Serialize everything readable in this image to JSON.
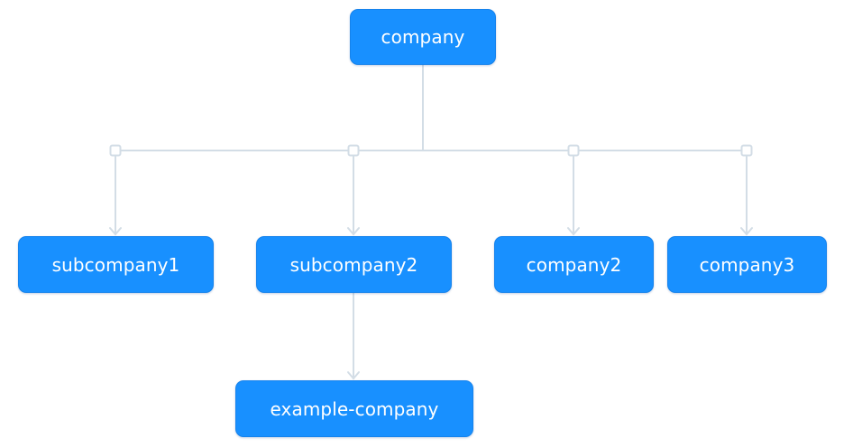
{
  "colors": {
    "node_fill": "#1890ff",
    "node_text": "#ffffff",
    "connector": "#d3dde6",
    "background": "#ffffff"
  },
  "nodes": {
    "company": {
      "label": "company"
    },
    "subcompany1": {
      "label": "subcompany1"
    },
    "subcompany2": {
      "label": "subcompany2"
    },
    "company2": {
      "label": "company2"
    },
    "company3": {
      "label": "company3"
    },
    "example_company": {
      "label": "example-company"
    }
  },
  "edges": [
    {
      "from": "company",
      "to": "subcompany1"
    },
    {
      "from": "company",
      "to": "subcompany2"
    },
    {
      "from": "company",
      "to": "company2"
    },
    {
      "from": "company",
      "to": "company3"
    },
    {
      "from": "subcompany2",
      "to": "example_company"
    }
  ]
}
